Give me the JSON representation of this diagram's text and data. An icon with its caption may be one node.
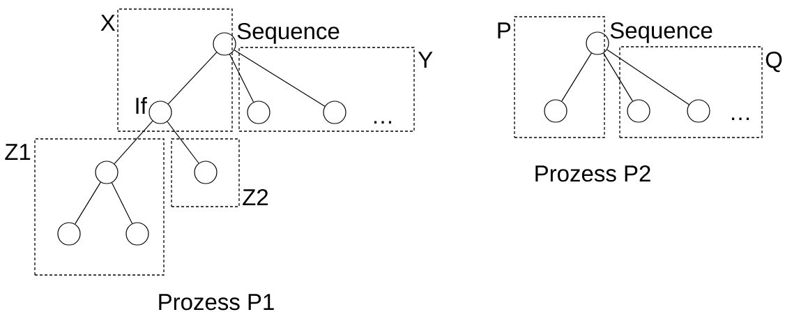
{
  "diagram": {
    "nodes": [
      {
        "text": [
          "X"
        ]
      },
      {
        "text": [],
        "shape": "circle",
        "beside": [
          "Sequence"
        ]
      },
      {
        "text": [],
        "shape": "circle",
        "in": 0,
        "beside": [
          "If"
        ]
      },
      {
        "text": [
          "Y"
        ]
      },
      {
        "text": [],
        "shape": "circle",
        "in": 3
      },
      {
        "text": [],
        "shape": "circle",
        "in": 3
      },
      {
        "text": [
          "Z1"
        ]
      },
      {
        "text": [],
        "shape": "circle",
        "in": 6
      },
      {
        "text": [],
        "shape": "circle",
        "in": 6
      },
      {
        "text": [],
        "shape": "circle",
        "in": 6
      },
      {
        "text": [
          "Z2"
        ]
      },
      {
        "text": [],
        "shape": "circle",
        "in": 10
      },
      {
        "text": [
          "P"
        ]
      },
      {
        "text": [],
        "shape": "circle",
        "beside": [
          "Sequence"
        ]
      },
      {
        "text": [],
        "shape": "circle",
        "in": 12
      },
      {
        "text": [
          "Q"
        ]
      },
      {
        "text": [],
        "shape": "circle",
        "in": 15
      },
      {
        "text": [],
        "shape": "circle",
        "in": 15
      }
    ],
    "edges": [
      {
        "from": 1,
        "to": 2,
        "arrow": "none"
      },
      {
        "from": 1,
        "to": 4,
        "arrow": "none"
      },
      {
        "from": 1,
        "to": 5,
        "arrow": "none"
      },
      {
        "from": 2,
        "to": 7,
        "arrow": "none"
      },
      {
        "from": 2,
        "to": 11,
        "arrow": "none"
      },
      {
        "from": 7,
        "to": 8,
        "arrow": "none"
      },
      {
        "from": 7,
        "to": 9,
        "arrow": "none"
      },
      {
        "from": 13,
        "to": 14,
        "arrow": "none"
      },
      {
        "from": 13,
        "to": 16,
        "arrow": "none"
      },
      {
        "from": 13,
        "to": 17,
        "arrow": "none"
      }
    ],
    "labels": [
      "…",
      "…",
      "Prozess P1",
      "Prozess P2"
    ]
  }
}
